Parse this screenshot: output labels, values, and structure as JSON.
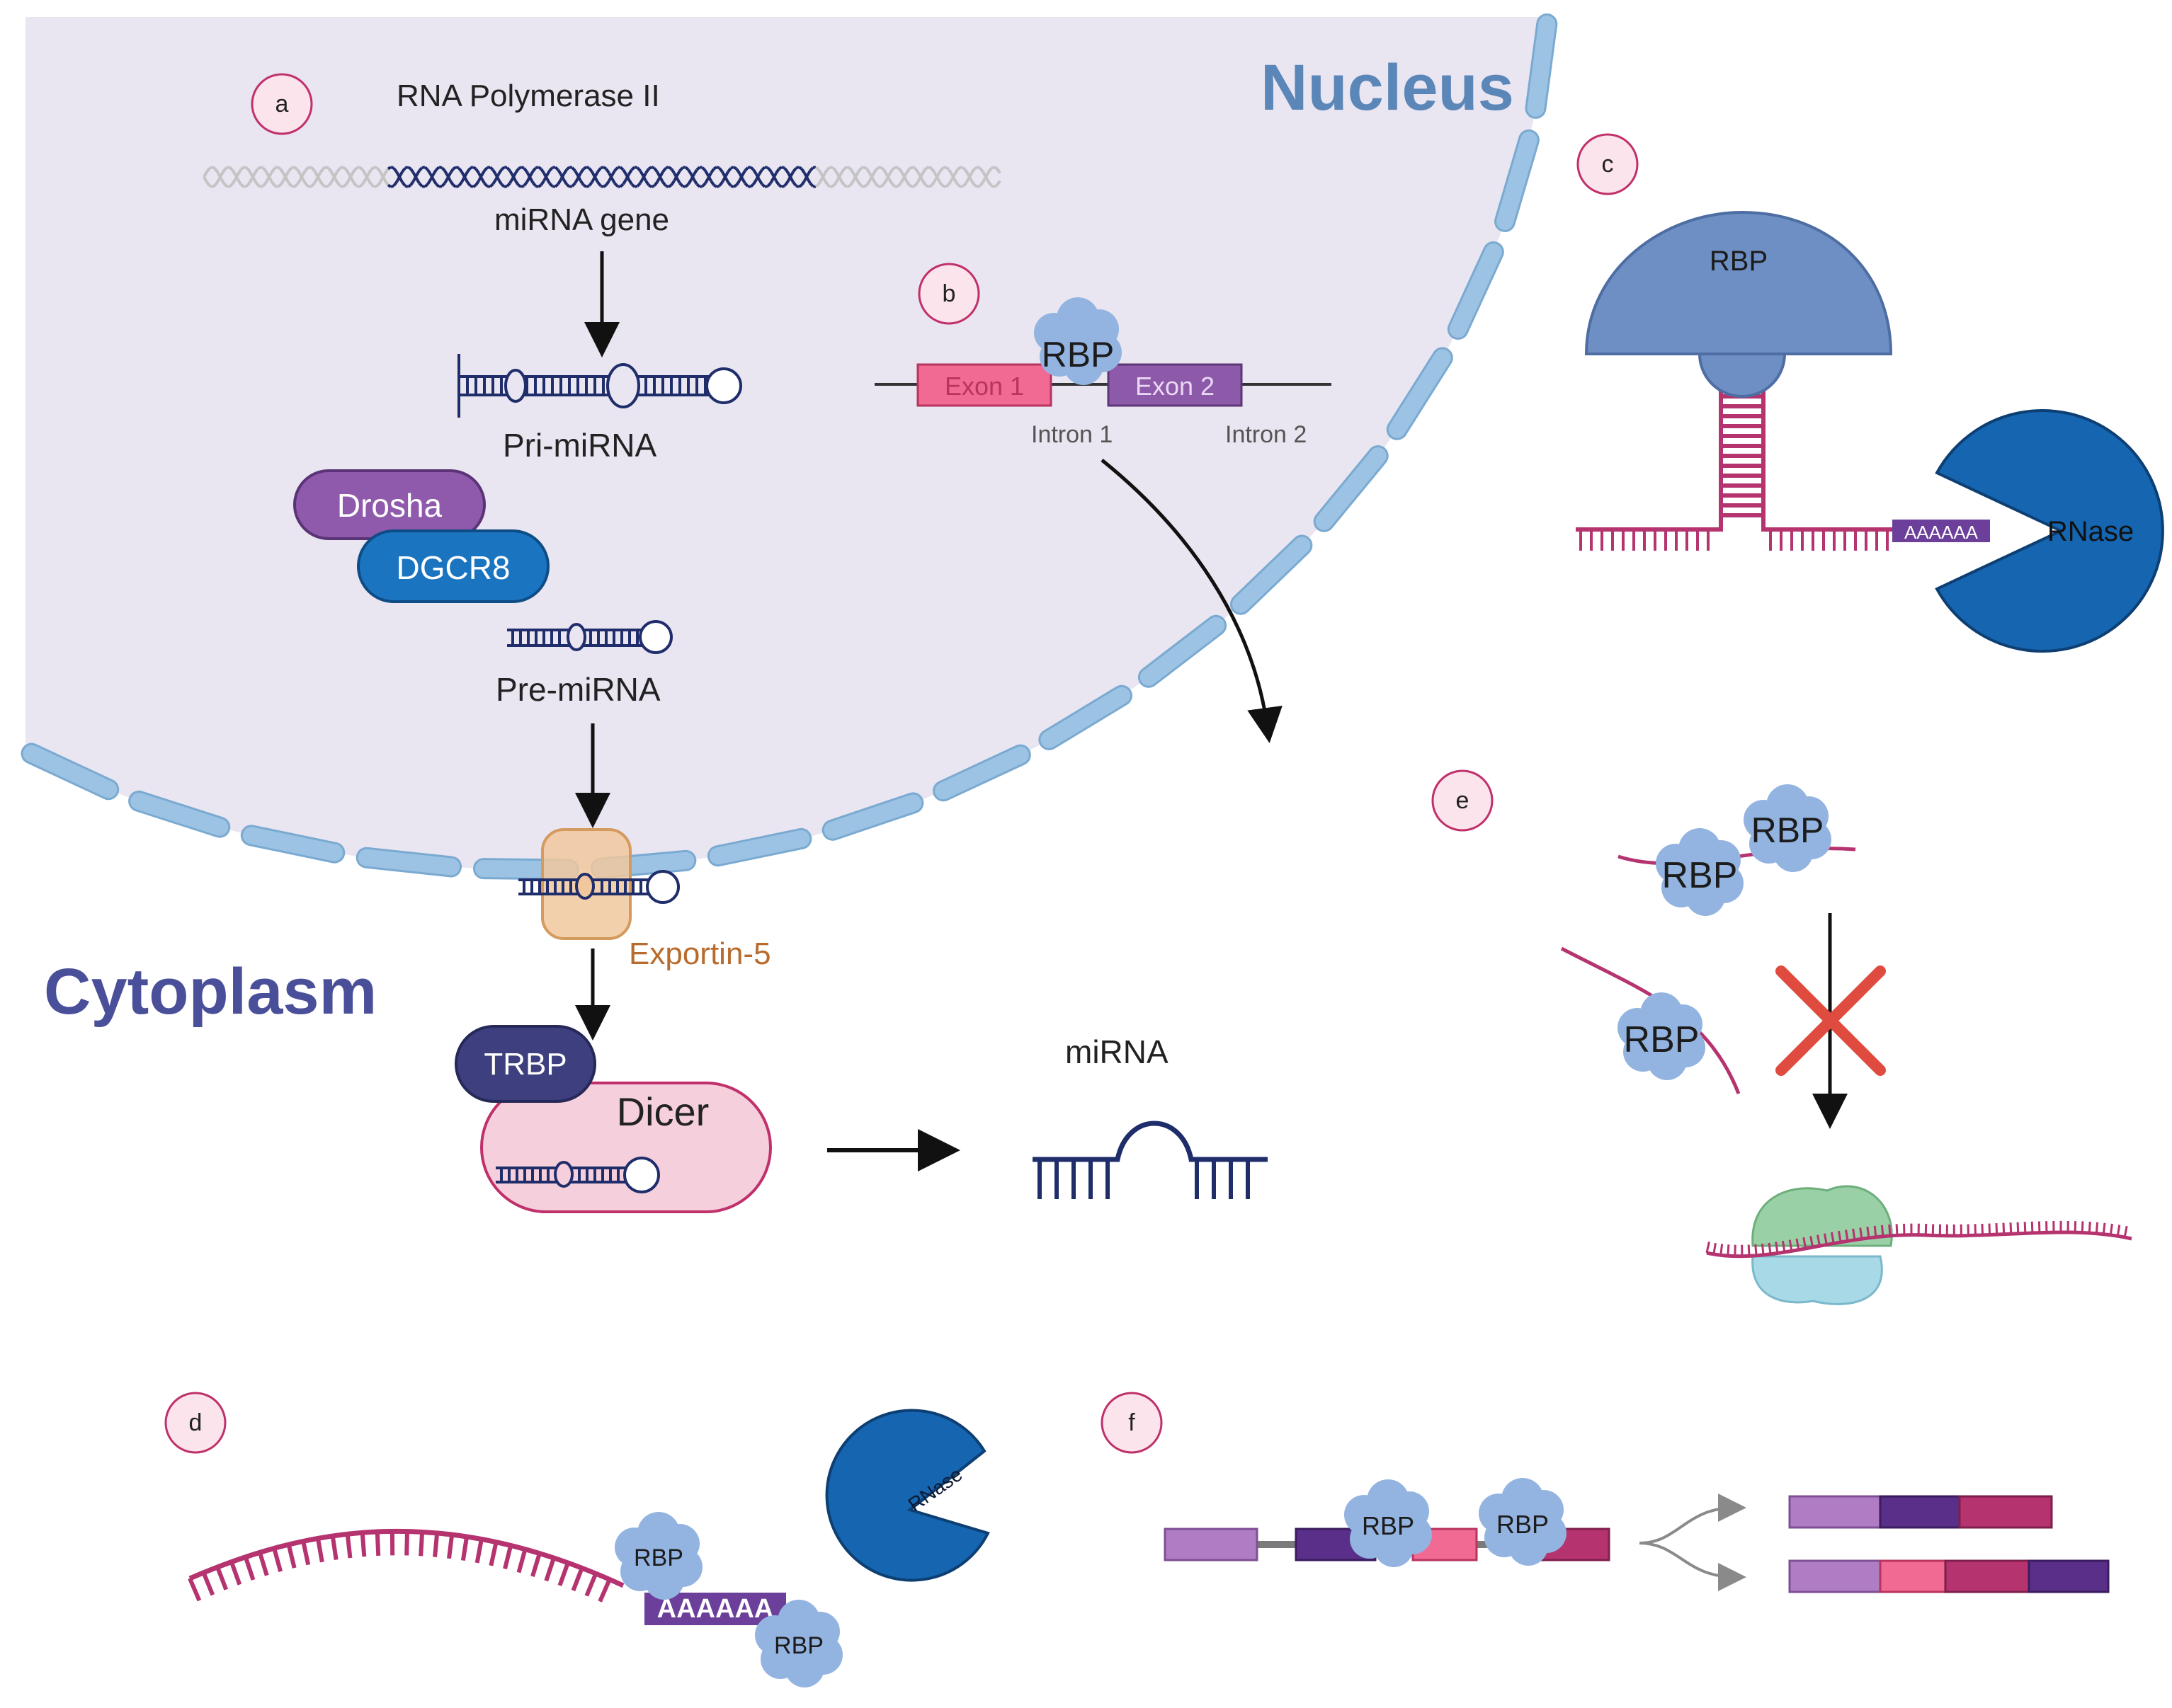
{
  "colors": {
    "nucleus_fill": "#e9e5f1",
    "membrane": "#9cc3e3",
    "membrane_stroke": "#7aaad1",
    "nucleus_label": "#5b86b8",
    "cytoplasm_label": "#4a4f9a",
    "dna_dark": "#1f2d6b",
    "dna_light": "#c4c4c4",
    "rna_magenta": "#b5336f",
    "rbp_blue": "#93b4e0",
    "rbp_cap": "#6d8fc4",
    "rnase": "#1565b0",
    "drosha": "#8f5aab",
    "dgcr8": "#1b74c0",
    "trbp": "#3d3f7f",
    "dicer": "#f6cfdc",
    "exportin": "#f1c89d",
    "exon1": "#f06a93",
    "exon2": "#8c5aa8",
    "polya": "#6b3f9a",
    "ribosome_top": "#9ad0a6",
    "ribosome_bottom": "#a8d9e6",
    "cross": "#e04b40"
  },
  "labels": {
    "nucleus": "Nucleus",
    "cytoplasm": "Cytoplasm",
    "rna_pol": "RNA Polymerase II",
    "mirna_gene": "miRNA gene",
    "pri_mirna": "Pri-miRNA",
    "drosha": "Drosha",
    "dgcr8": "DGCR8",
    "pre_mirna": "Pre-miRNA",
    "exportin": "Exportin-5",
    "trbp": "TRBP",
    "dicer": "Dicer",
    "mirna": "miRNA",
    "exon1": "Exon 1",
    "exon2": "Exon 2",
    "intron1": "Intron 1",
    "intron2": "Intron 2",
    "rbp": "RBP",
    "rnase": "RNase",
    "polya": "AAAAAA"
  },
  "panels": [
    "a",
    "b",
    "c",
    "d",
    "e",
    "f"
  ]
}
